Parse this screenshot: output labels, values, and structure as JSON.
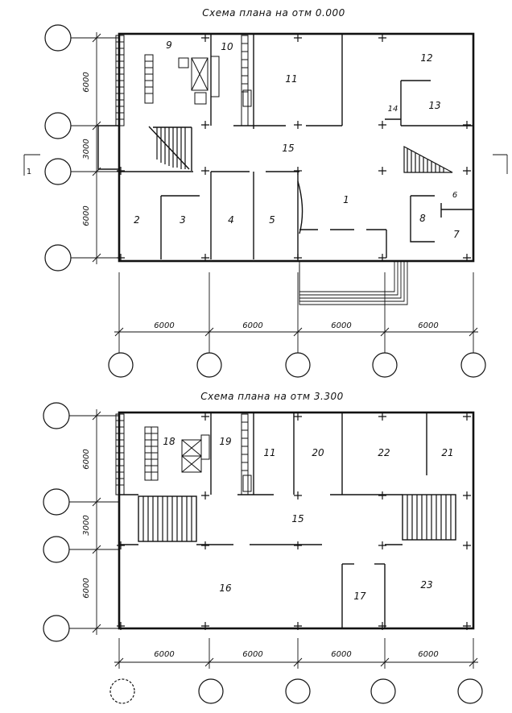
{
  "plan1": {
    "title": "Схема плана на отм 0.000",
    "rooms": [
      "9",
      "10",
      "11",
      "12",
      "13",
      "14",
      "15",
      "1",
      "2",
      "3",
      "4",
      "5",
      "6",
      "8",
      "7"
    ],
    "dims_vertical": [
      "6000",
      "3000",
      "6000"
    ],
    "dims_horizontal": [
      "6000",
      "6000",
      "6000",
      "6000"
    ],
    "section_mark": "1"
  },
  "plan2": {
    "title": "Схема плана на отм 3.300",
    "rooms": [
      "18",
      "19",
      "11",
      "20",
      "22",
      "21",
      "15",
      "16",
      "17",
      "23"
    ],
    "dims_vertical": [
      "6000",
      "3000",
      "6000"
    ],
    "dims_horizontal": [
      "6000",
      "6000",
      "6000",
      "6000"
    ]
  },
  "colors": {
    "ink": "#111111",
    "paper": "#ffffff"
  }
}
